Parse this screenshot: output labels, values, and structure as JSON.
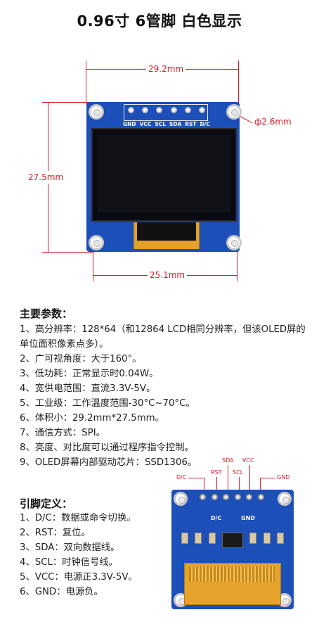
{
  "title": "0.96寸 6管脚 白色显示",
  "dimensions": {
    "width_top": "29.2mm",
    "height_left": "27.5mm",
    "hole": "ф2.6mm",
    "width_bottom": "25.1mm"
  },
  "board_pin_labels": [
    "GND",
    "VCC",
    "SCL",
    "SDA",
    "RST",
    "D/C"
  ],
  "specs": {
    "heading": "主要参数：",
    "items": [
      "1、高分辨率：128*64（和12864 LCD相同分辨率，但该OLED屏的单位面积像素点多）。",
      "2、广可视角度：大于160°。",
      "3、低功耗：正常显示时0.04W。",
      "4、宽供电范围：直流3.3V-5V。",
      "5、工业级：工作温度范围-30°C~70°C。",
      "6、体积小：29.2mm*27.5mm。",
      "7、通信方式：SPI。",
      "8、亮度、对比度可以通过程序指令控制。",
      "9、OLED屏幕内部驱动芯片：SSD1306。"
    ]
  },
  "pins": {
    "heading": "引脚定义：",
    "items": [
      "1、D/C：数据或命令切换。",
      "2、RST：复位。",
      "3、SDA：双向数据线。",
      "4、SCL：时钟信号线。",
      "5、VCC：电源正3.3V-5V。",
      "6、GND：电源负。"
    ]
  },
  "back_pin_tags": [
    "D/C",
    "RST",
    "SDA",
    "SCL",
    "VCC",
    "GND"
  ],
  "back_silk": [
    "D/C",
    "GND"
  ],
  "colors": {
    "dimension": "#d4202a",
    "pcb": "#1c4fb8",
    "screen": "#0a0a12"
  }
}
